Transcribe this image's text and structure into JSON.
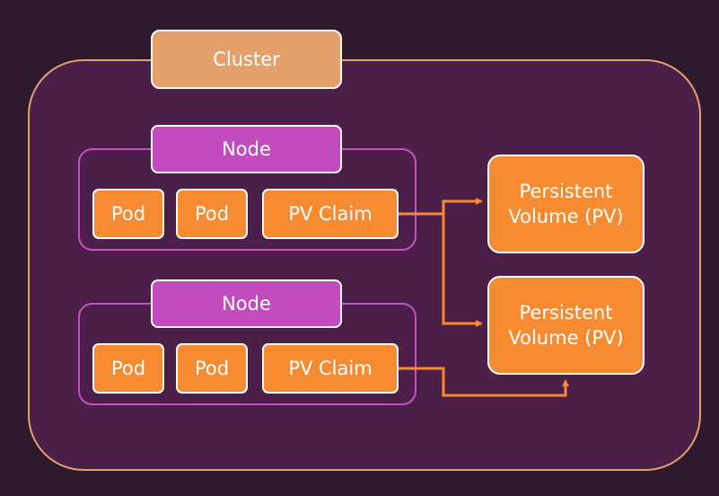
{
  "colors": {
    "background": "#2d1a2e",
    "cluster_fill": "#4b1f47",
    "cluster_border": "#e6a06b",
    "cluster_label": "#e3a06a",
    "node_border": "#c452c6",
    "node_label": "#c24bc0",
    "component": "#f68b32",
    "arrow": "#f68b32",
    "text": "#ffffff"
  },
  "cluster": {
    "label": "Cluster"
  },
  "nodes": [
    {
      "label": "Node",
      "pods": [
        "Pod",
        "Pod"
      ],
      "claim": "PV Claim"
    },
    {
      "label": "Node",
      "pods": [
        "Pod",
        "Pod"
      ],
      "claim": "PV Claim"
    }
  ],
  "volumes": [
    {
      "label": "Persistent Volume (PV)"
    },
    {
      "label": "Persistent Volume (PV)"
    }
  ]
}
